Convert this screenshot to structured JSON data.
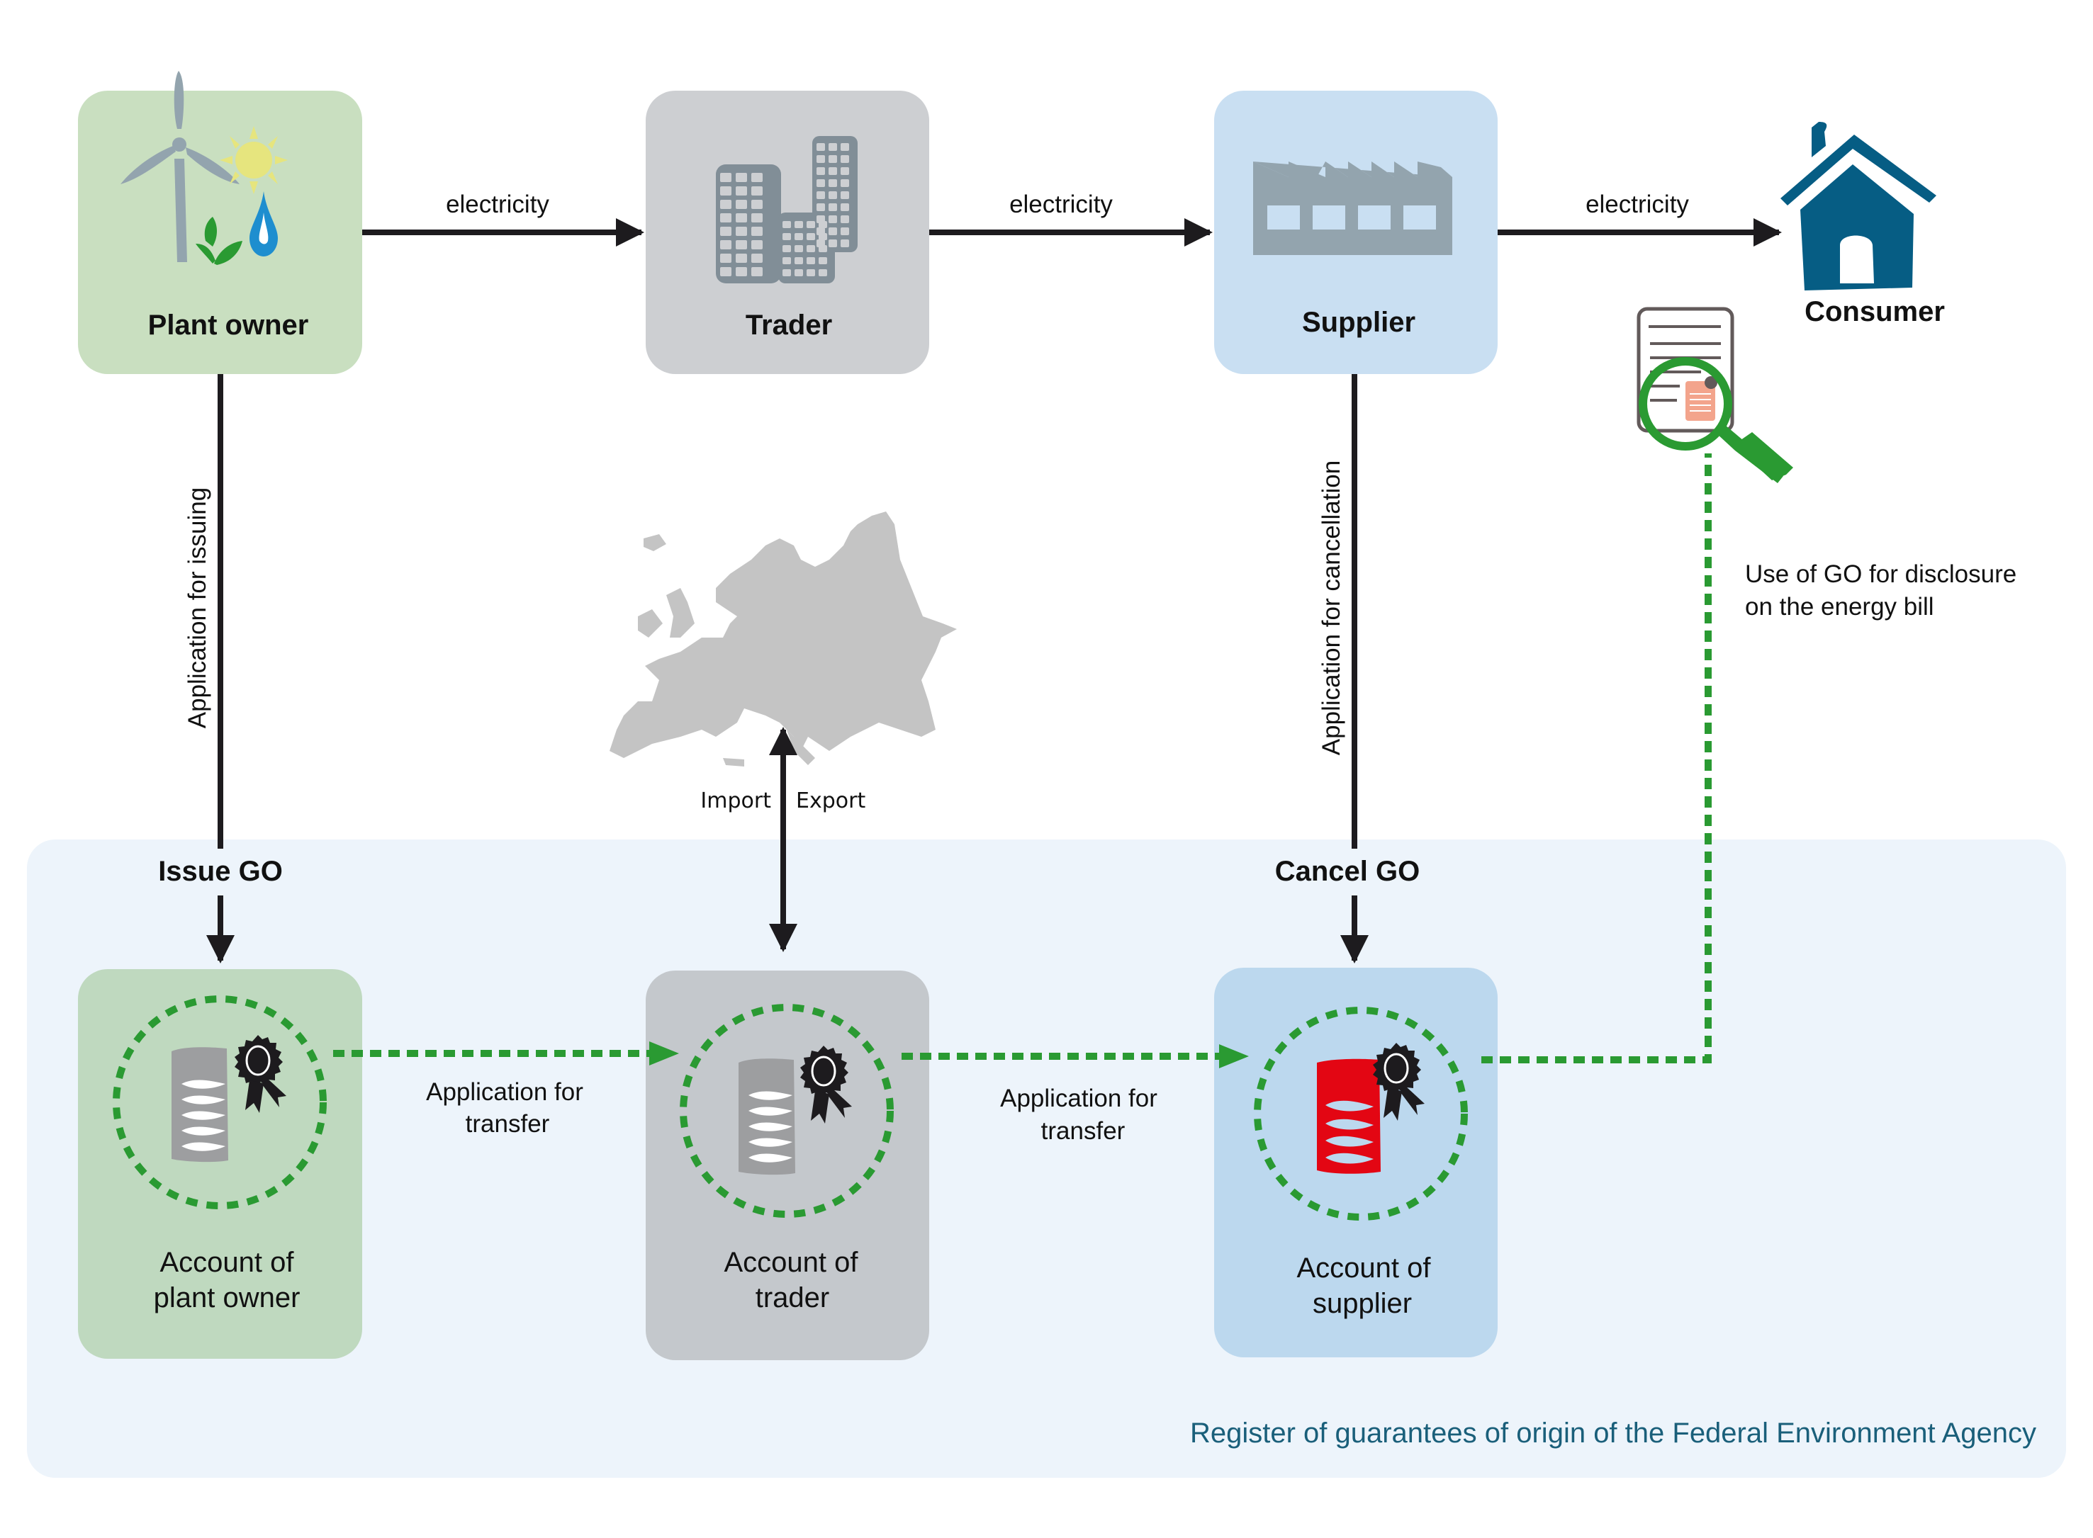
{
  "colors": {
    "plant_owner_box": "#c9dfc0",
    "trader_box": "#cdcfd2",
    "supplier_box": "#c9dff2",
    "account_plant_owner_box": "#bfd9bf",
    "account_trader_box": "#c4c8cc",
    "account_supplier_box": "#bcd8ee",
    "register_background": "#edf4fb",
    "flow_arrow": "#1d1b1e",
    "green_dotted": "#2a9a32",
    "consumer_house": "#065d84",
    "register_label": "#1a5f7a",
    "certificate_grey": "#9d9ea0",
    "certificate_red": "#e30613",
    "icon_grey": "#93a4ae"
  },
  "market_actors": {
    "plant_owner": {
      "label": "Plant owner",
      "icon": "renewable-energy-icon"
    },
    "trader": {
      "label": "Trader",
      "icon": "office-buildings-icon"
    },
    "supplier": {
      "label": "Supplier",
      "icon": "factory-icon"
    },
    "consumer": {
      "label": "Consumer",
      "icon": "house-icon"
    }
  },
  "electricity_flows": [
    {
      "from": "Plant owner",
      "to": "Trader",
      "label": "electricity"
    },
    {
      "from": "Trader",
      "to": "Supplier",
      "label": "electricity"
    },
    {
      "from": "Supplier",
      "to": "Consumer",
      "label": "electricity"
    }
  ],
  "applications": {
    "issuing": "Application for issuing",
    "cancellation": "Application for cancellation",
    "transfer_1_line1": "Application for",
    "transfer_1_line2": "transfer",
    "transfer_2_line1": "Application for",
    "transfer_2_line2": "transfer"
  },
  "go_actions": {
    "issue": "Issue GO",
    "cancel": "Cancel GO"
  },
  "import_export": {
    "import": "Import",
    "export": "Export",
    "map": "europe-map"
  },
  "disclosure": {
    "line1": "Use of GO for disclosure",
    "line2": "on the energy bill",
    "icon": "energy-bill-magnifier-icon"
  },
  "accounts": [
    {
      "line1": "Account of",
      "line2": "plant owner",
      "certificate": "grey"
    },
    {
      "line1": "Account of",
      "line2": "trader",
      "certificate": "grey"
    },
    {
      "line1": "Account of",
      "line2": "supplier",
      "certificate": "red"
    }
  ],
  "register": {
    "label": "Register of guarantees of origin of the Federal Environment Agency"
  }
}
